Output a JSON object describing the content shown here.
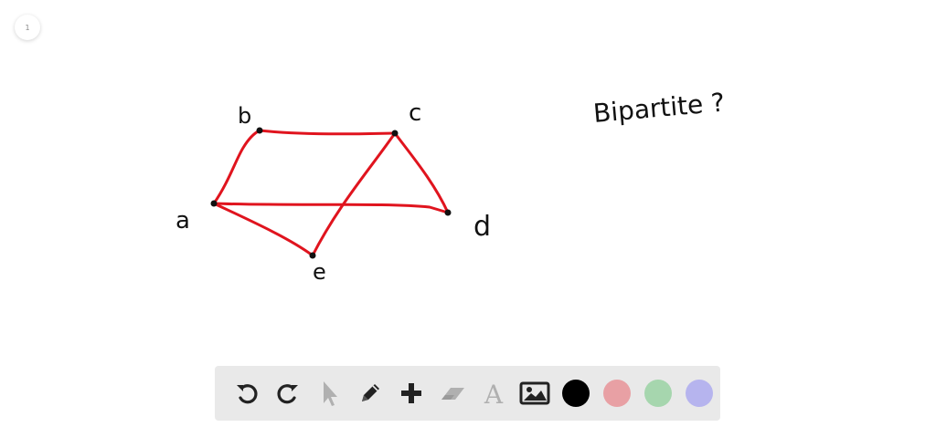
{
  "page": {
    "number": "1"
  },
  "diagram": {
    "title": "Bipartite ?",
    "vertices": [
      "a",
      "b",
      "c",
      "d",
      "e"
    ],
    "edges": [
      [
        "a",
        "b"
      ],
      [
        "b",
        "c"
      ],
      [
        "a",
        "d"
      ],
      [
        "c",
        "d"
      ],
      [
        "a",
        "e"
      ],
      [
        "c",
        "e"
      ]
    ],
    "edge_color": "#e0141e",
    "vertex_color": "#111111"
  },
  "toolbar": {
    "tools": [
      {
        "name": "undo",
        "icon": "undo-icon"
      },
      {
        "name": "redo",
        "icon": "redo-icon"
      },
      {
        "name": "select",
        "icon": "pointer-icon"
      },
      {
        "name": "pen",
        "icon": "pencil-icon"
      },
      {
        "name": "add",
        "icon": "plus-icon"
      },
      {
        "name": "eraser",
        "icon": "eraser-icon"
      },
      {
        "name": "text",
        "icon": "text-icon",
        "glyph": "A"
      },
      {
        "name": "image",
        "icon": "image-icon"
      }
    ],
    "colors": [
      "#000000",
      "#e8a0a4",
      "#a6d6ae",
      "#b6b4ee"
    ]
  }
}
